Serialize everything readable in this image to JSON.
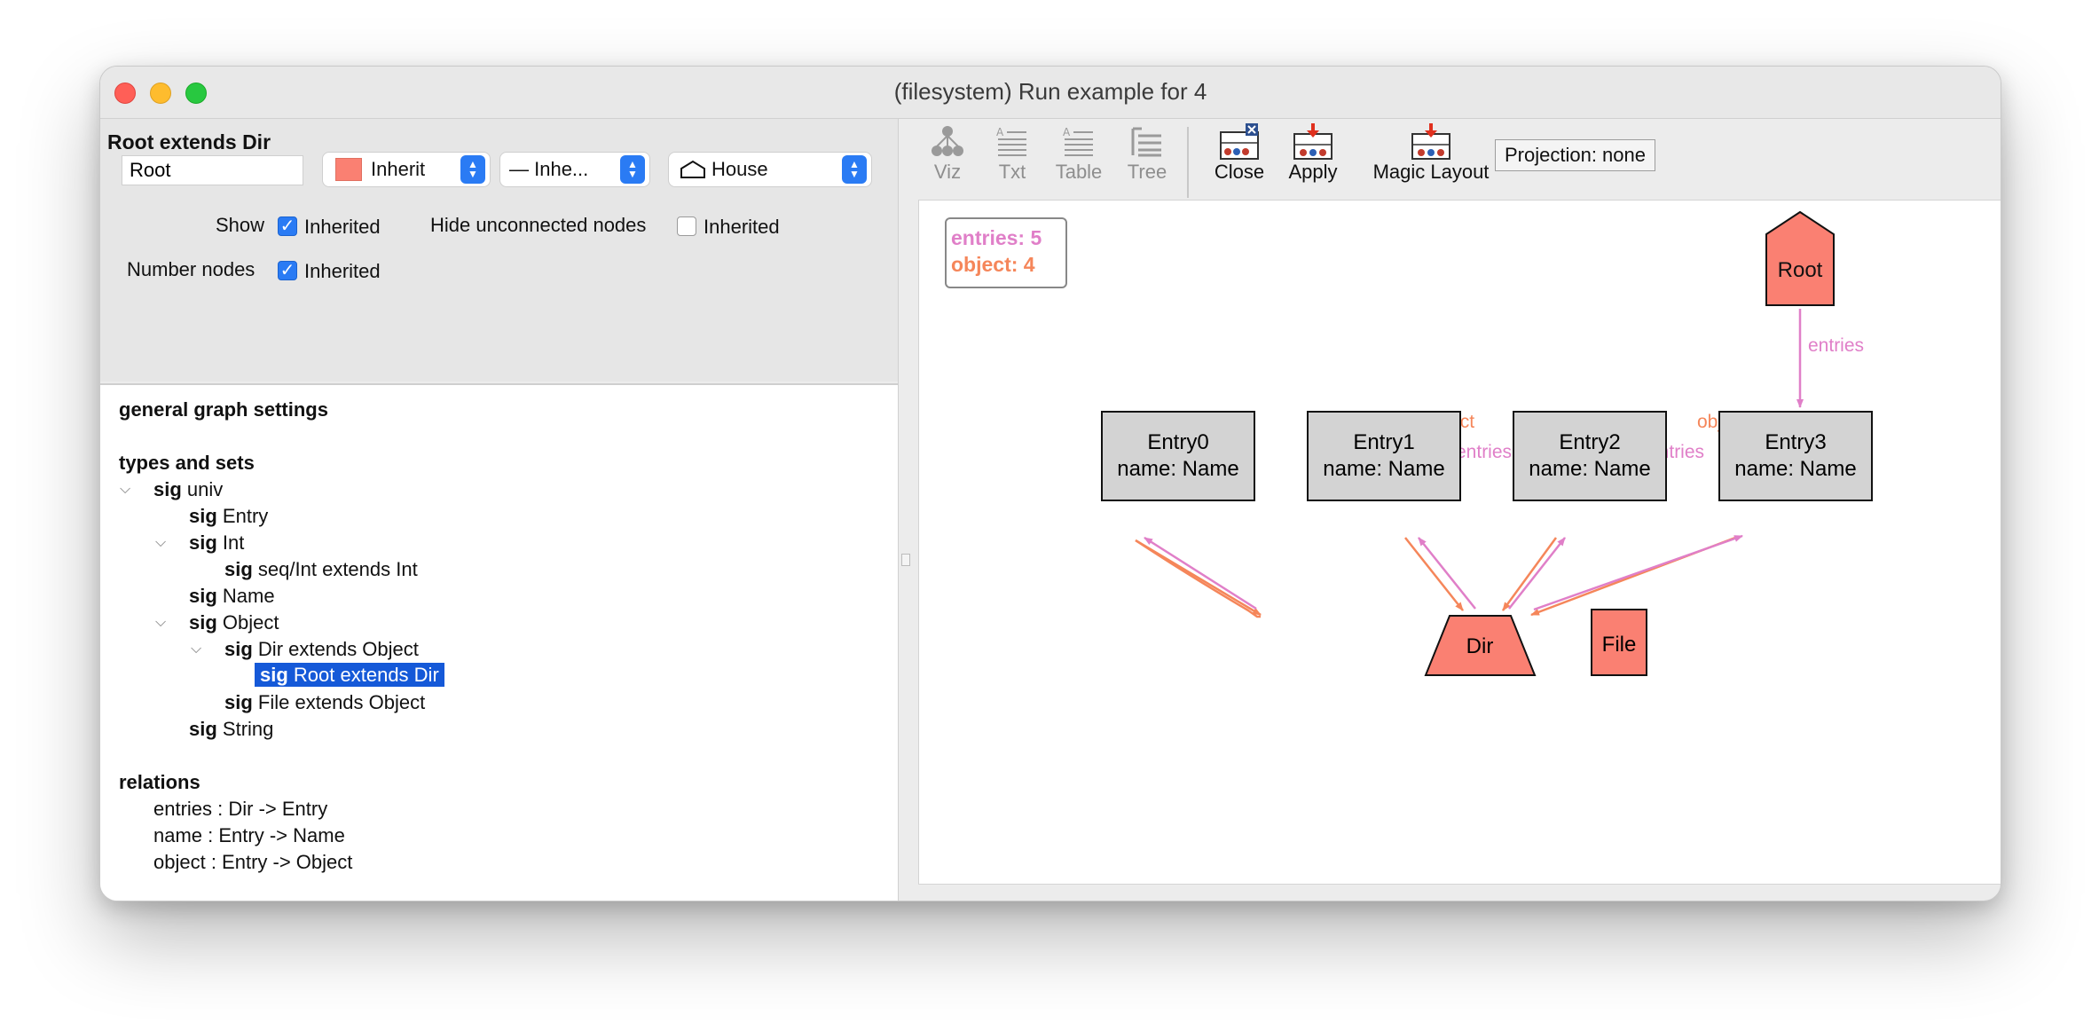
{
  "window": {
    "title": "(filesystem) Run example for 4"
  },
  "settings": {
    "sig_header": "Root extends Dir",
    "name_value": "Root",
    "color_select": "Inherit",
    "style_select": "— Inhe...",
    "shape_select": "House",
    "show_label": "Show",
    "show_value": "Inherited",
    "hide_unconnected_label": "Hide unconnected nodes",
    "hide_unconnected_value": "Inherited",
    "number_nodes_label": "Number nodes",
    "number_nodes_value": "Inherited",
    "colors": {
      "node": "#fa8072",
      "check": "#2a7bf4"
    }
  },
  "tree": {
    "general": "general graph settings",
    "types_header": "types and sets",
    "sig_kw": "sig",
    "items": {
      "univ": "univ",
      "entry": "Entry",
      "int": "Int",
      "seqint": "seq/Int extends Int",
      "name": "Name",
      "object": "Object",
      "dir": "Dir extends Object",
      "root": "Root extends Dir",
      "file": "File extends Object",
      "string": "String"
    },
    "relations_header": "relations",
    "relations": [
      "entries :  Dir -> Entry",
      "name :  Entry -> Name",
      "object :  Entry -> Object"
    ]
  },
  "toolbar": {
    "viz": "Viz",
    "txt": "Txt",
    "table": "Table",
    "tree": "Tree",
    "close": "Close",
    "apply": "Apply",
    "magic": "Magic Layout",
    "projection": "Projection: none"
  },
  "graph": {
    "legend": {
      "entries": "entries: 5",
      "object": "object: 4"
    },
    "nodes": {
      "root": "Root",
      "e0": [
        "Entry0",
        "name: Name"
      ],
      "e1": [
        "Entry1",
        "name: Name"
      ],
      "e2": [
        "Entry2",
        "name: Name"
      ],
      "e3": [
        "Entry3",
        "name: Name"
      ],
      "dir": "Dir",
      "file": "File"
    },
    "edge_labels": {
      "entries": "entries",
      "object": "object"
    },
    "colors": {
      "entries": "#e07fc8",
      "object": "#f5865a",
      "node": "#fa8072",
      "entry_fill": "#d3d3d3"
    }
  }
}
